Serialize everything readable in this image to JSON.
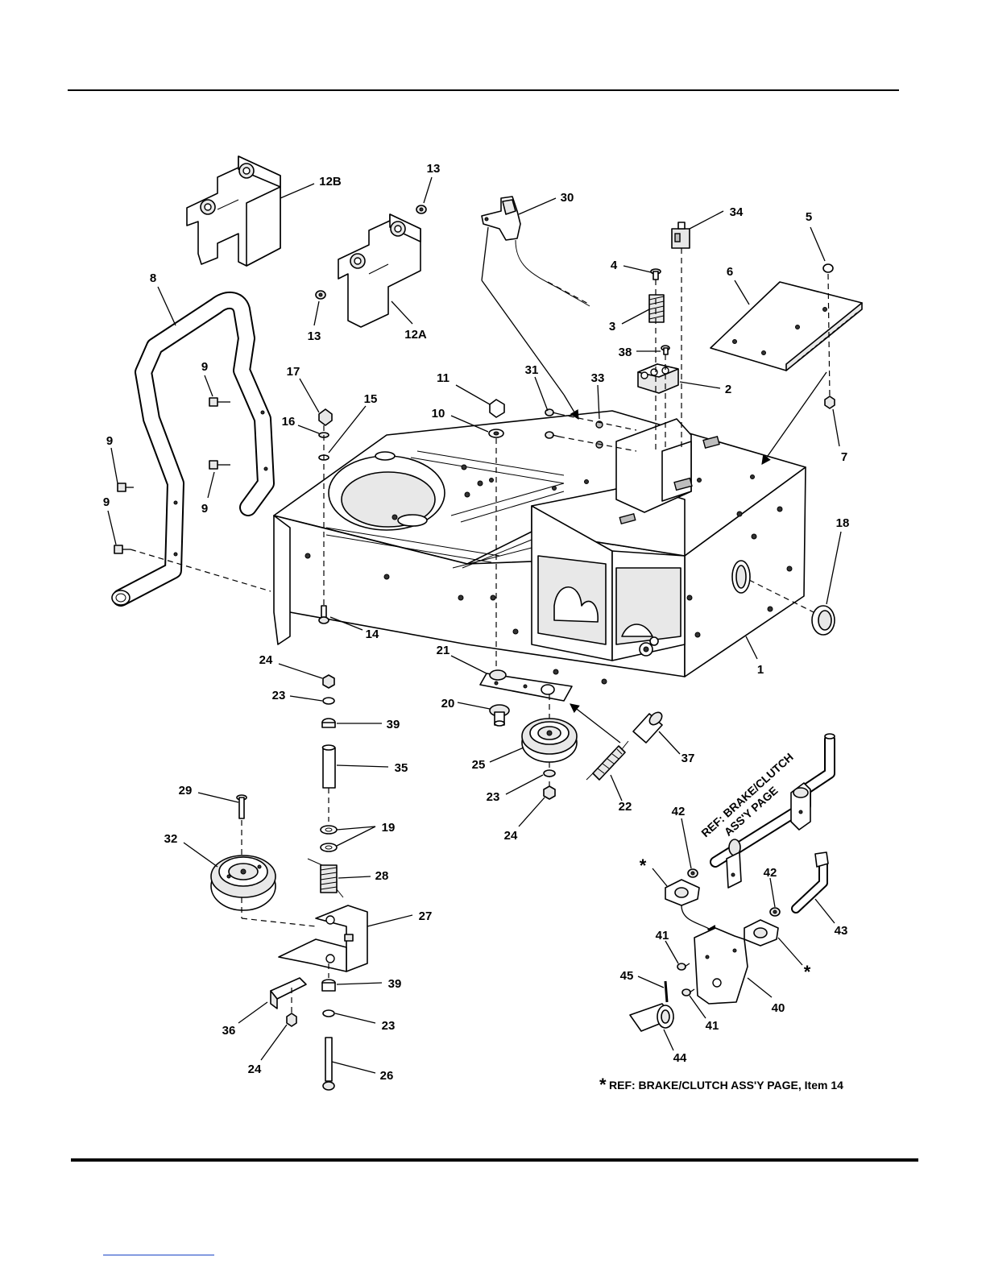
{
  "callouts": [
    "1",
    "2",
    "3",
    "4",
    "5",
    "6",
    "7",
    "8",
    "9",
    "9",
    "9",
    "9",
    "10",
    "11",
    "12A",
    "12B",
    "13",
    "13",
    "14",
    "15",
    "16",
    "17",
    "18",
    "19",
    "20",
    "21",
    "22",
    "23",
    "23",
    "23",
    "24",
    "24",
    "24",
    "25",
    "26",
    "27",
    "28",
    "29",
    "30",
    "31",
    "32",
    "33",
    "34",
    "35",
    "36",
    "37",
    "38",
    "39",
    "39",
    "40",
    "41",
    "41",
    "42",
    "42",
    "43",
    "44",
    "45"
  ],
  "ref_label_line1": "REF: BRAKE/CLUTCH",
  "ref_label_line2": "ASS'Y PAGE",
  "star_symbol": "*",
  "footnote": "REF: BRAKE/CLUTCH ASS'Y PAGE, Item 14"
}
